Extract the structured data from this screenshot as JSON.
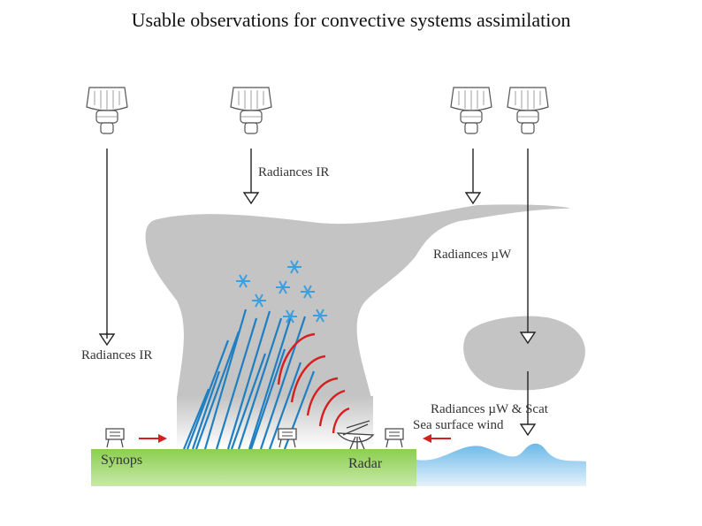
{
  "title": "Usable observations for convective systems assimilation",
  "labels": {
    "radiances_ir_top": "Radiances IR",
    "radiances_uw": "Radiances µW",
    "radiances_ir_left": "Radiances IR",
    "radiances_uw_scat": "Radiances µW  & Scat",
    "sea_surface_wind": "Sea surface wind",
    "synops": "Synops",
    "radar": "Radar"
  },
  "colors": {
    "cloud": "#c4c4c4",
    "land": "#8bcf4f",
    "sea": "#6cb8e8",
    "rain": "#1f7fc1",
    "snow": "#3aa0e0",
    "radar_echo": "#d42020",
    "wind_arrow": "#d42020",
    "line": "#222222"
  },
  "icons": {
    "satellite": "satellite-icon",
    "station": "weather-station-icon",
    "radar_dish": "radar-dish-icon",
    "snowflake": "snowflake-icon"
  }
}
